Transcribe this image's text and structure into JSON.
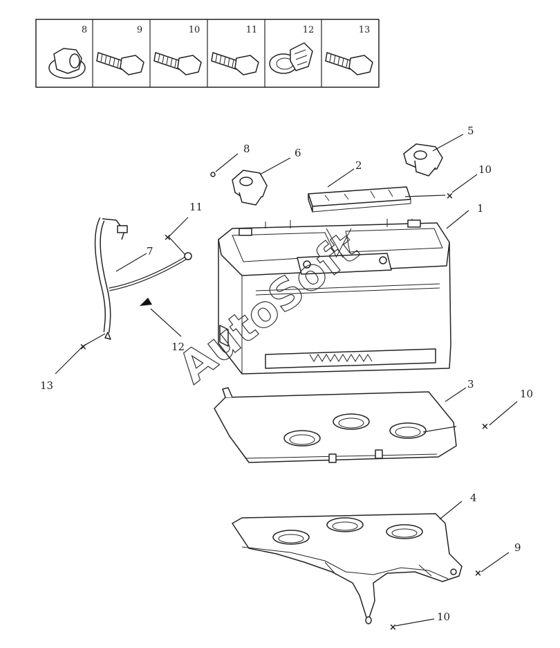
{
  "fastener_panel": {
    "items": [
      {
        "number": "8",
        "icon": "flange-nut-icon"
      },
      {
        "number": "9",
        "icon": "bolt-icon"
      },
      {
        "number": "10",
        "icon": "bolt-icon"
      },
      {
        "number": "11",
        "icon": "bolt-icon"
      },
      {
        "number": "12",
        "icon": "cable-clip-icon"
      },
      {
        "number": "13",
        "icon": "bolt-icon"
      }
    ]
  },
  "callouts": {
    "battery": "1",
    "hold_down_bar": "2",
    "battery_tray": "3",
    "tray_bracket": "4",
    "terminal_positive": "5",
    "terminal_negative": "6",
    "ground_cable": "7",
    "nut_small": "8",
    "bracket_bolt": "9",
    "hold_down_bolt": "10",
    "tray_bolt": "10",
    "bracket_lower_bolt": "10",
    "cable_bolt_upper": "11",
    "cable_clip": "12",
    "cable_bolt_lower": "13"
  },
  "watermark": "AutoSoft"
}
